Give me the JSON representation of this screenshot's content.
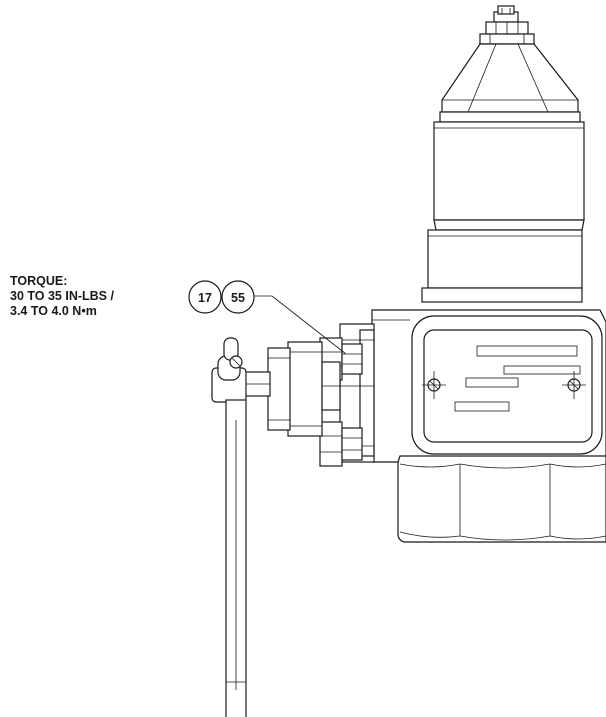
{
  "torque_note": {
    "title": "TORQUE:",
    "line1": "30 TO 35 IN-LBS /",
    "line2": "3.4 TO 4.0 N•m"
  },
  "callouts": [
    "17",
    "55"
  ]
}
